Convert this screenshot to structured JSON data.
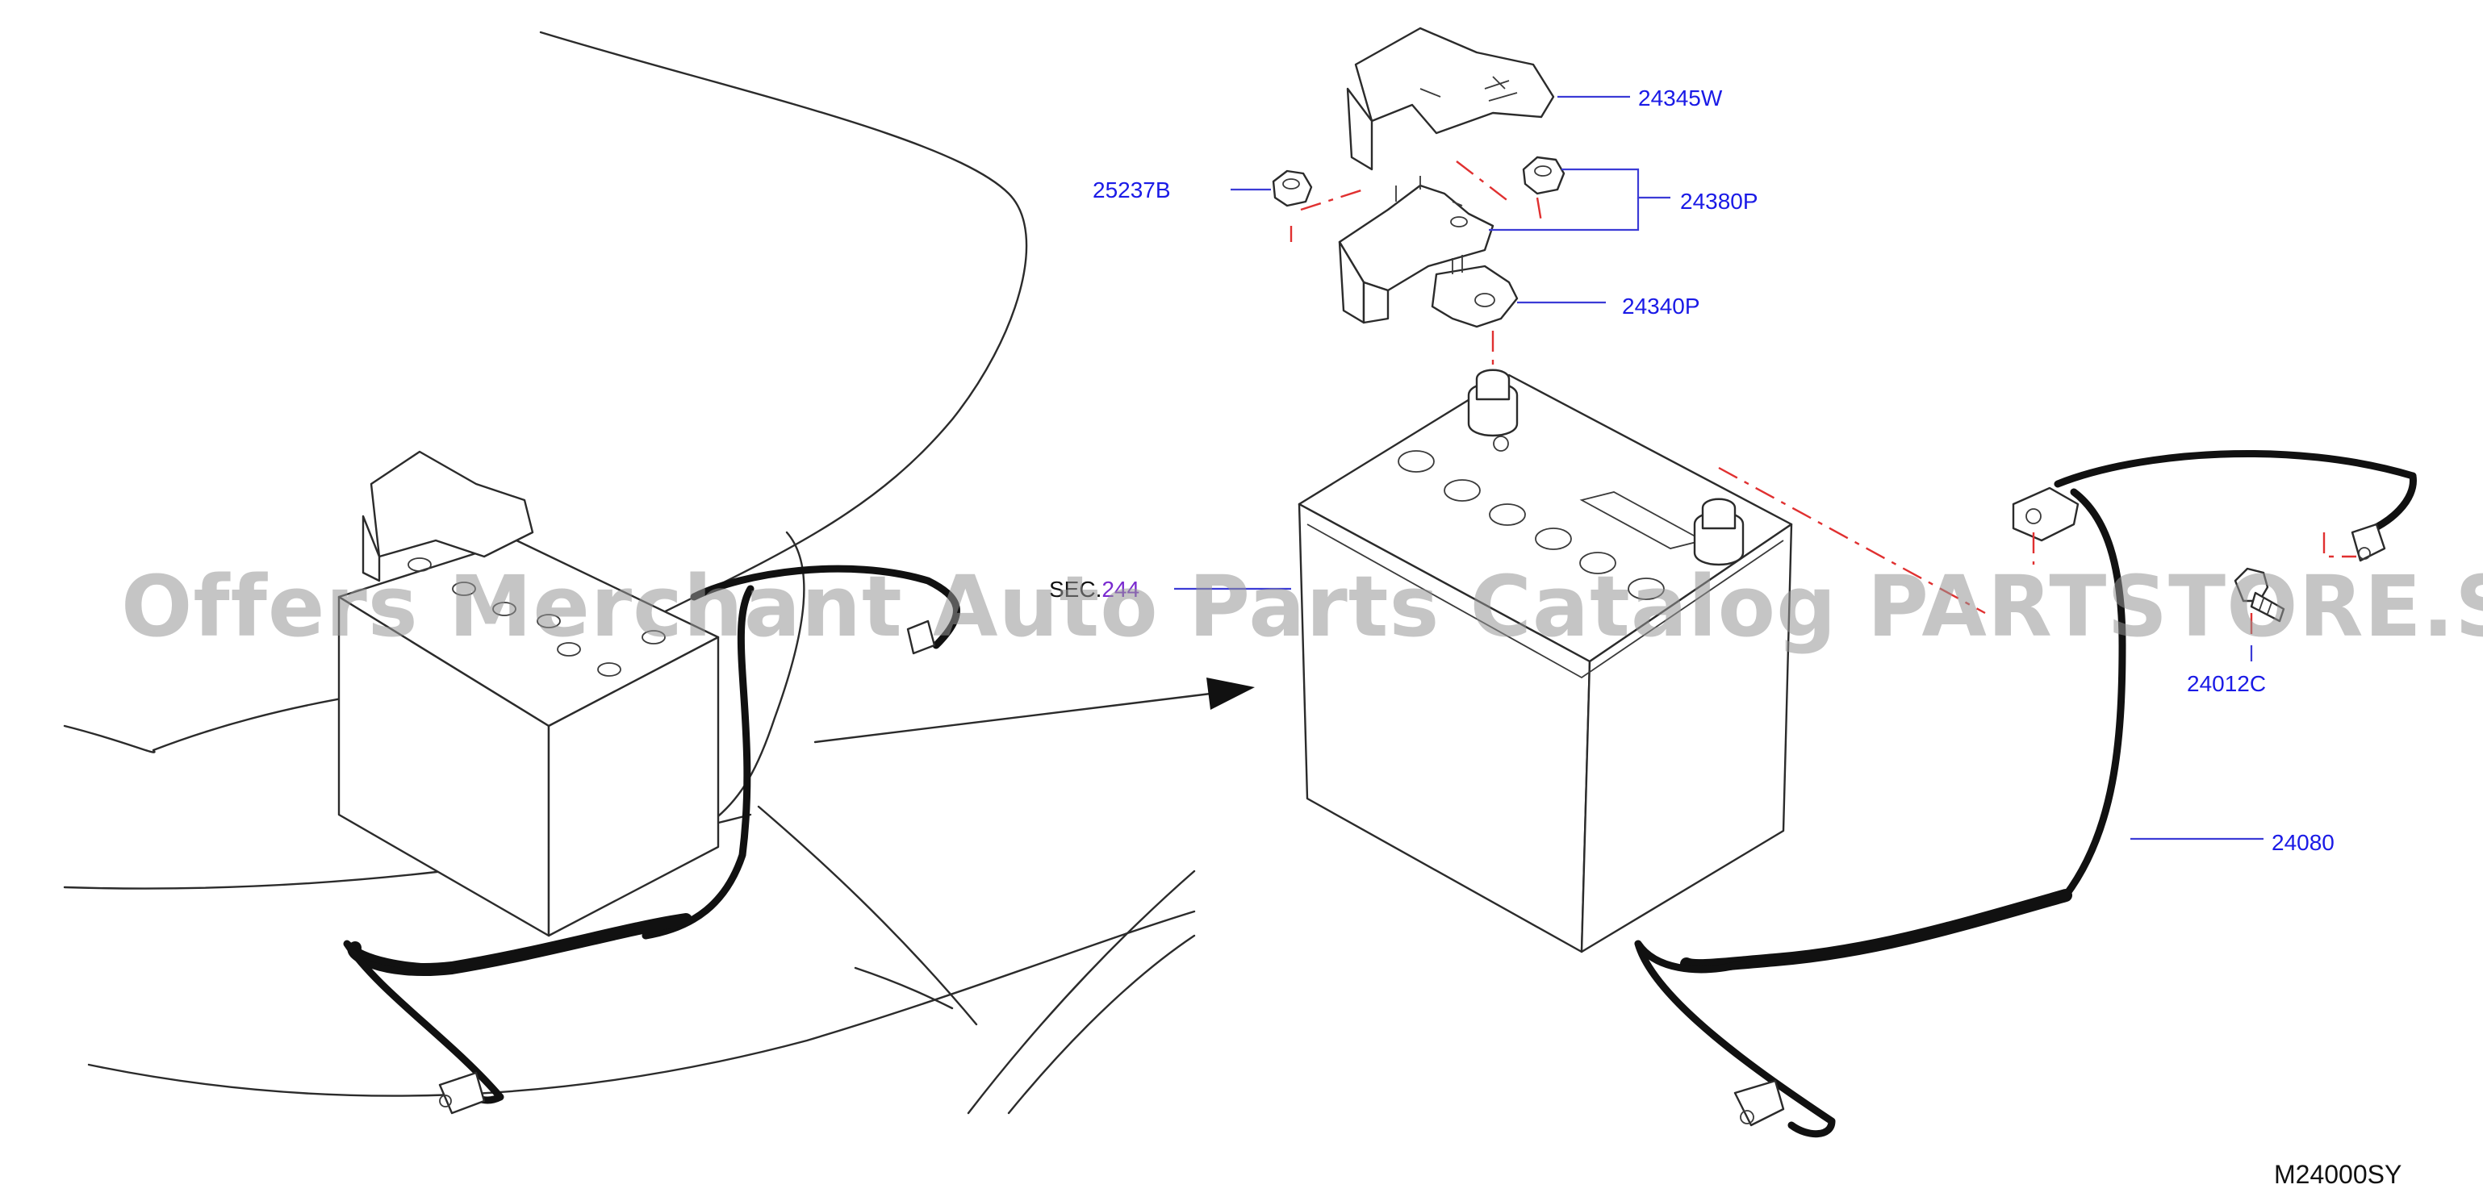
{
  "watermark": "Offers Merchant Auto Parts Catalog PARTSTORE.SA",
  "diagram_code": "M24000SY",
  "section_ref": {
    "prefix": "SEC.",
    "number": "244"
  },
  "parts": [
    {
      "id": "24345W"
    },
    {
      "id": "25237B"
    },
    {
      "id": "24380P"
    },
    {
      "id": "24340P"
    },
    {
      "id": "24012C"
    },
    {
      "id": "24080"
    }
  ],
  "colors": {
    "callout": "#1a1ae6",
    "centerline": "#e03030",
    "leader": "#3b3bd6"
  }
}
